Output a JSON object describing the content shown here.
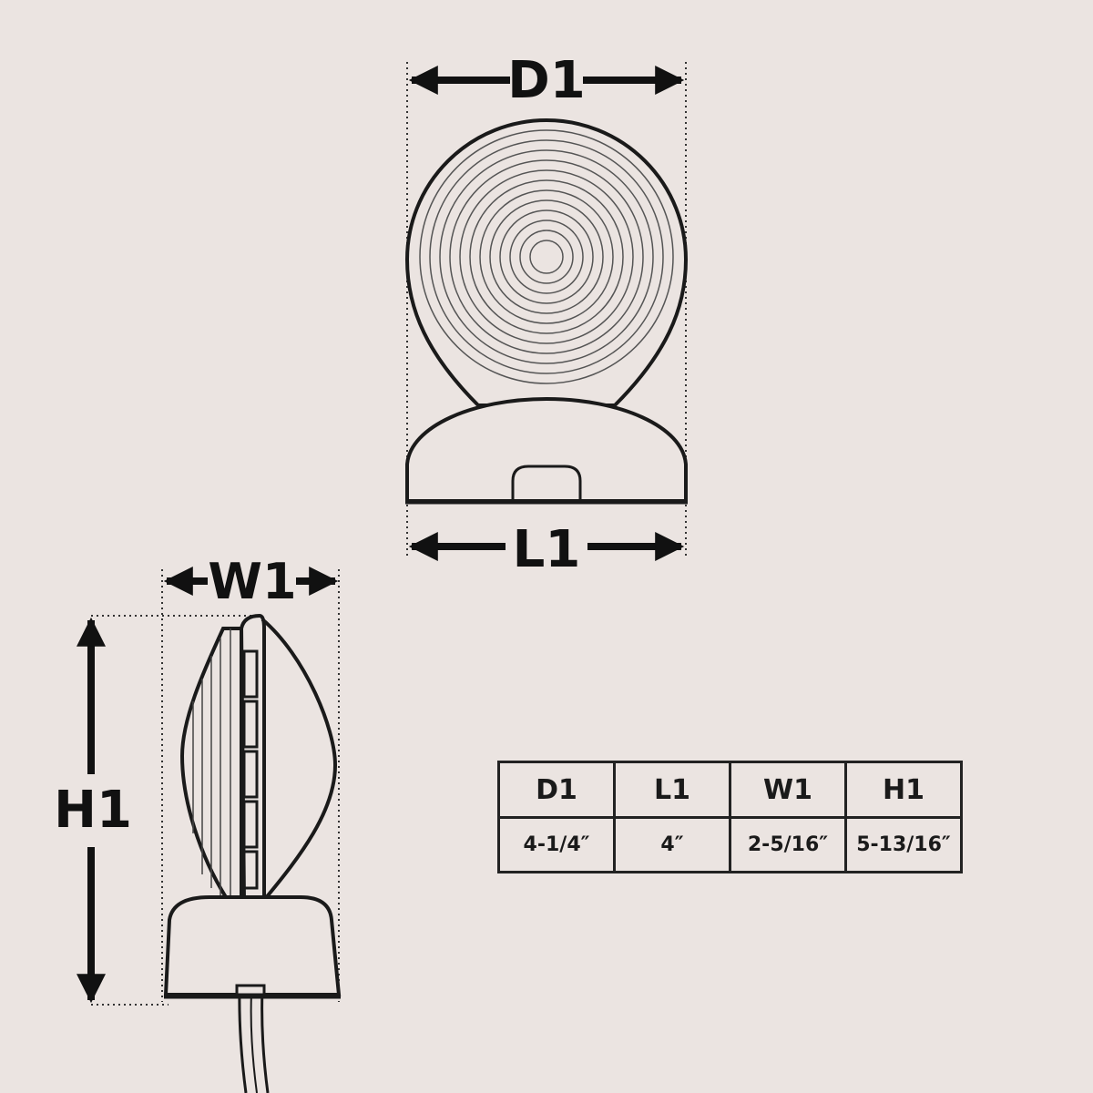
{
  "labels": {
    "d1": "D1",
    "l1": "L1",
    "w1": "W1",
    "h1": "H1"
  },
  "table": {
    "headers": [
      "D1",
      "L1",
      "W1",
      "H1"
    ],
    "values": [
      "4-1/4″",
      "4″",
      "2-5/16″",
      "5-13/16″"
    ]
  },
  "colors": {
    "background": "#ebe4e1",
    "line": "#1a1a1a"
  }
}
